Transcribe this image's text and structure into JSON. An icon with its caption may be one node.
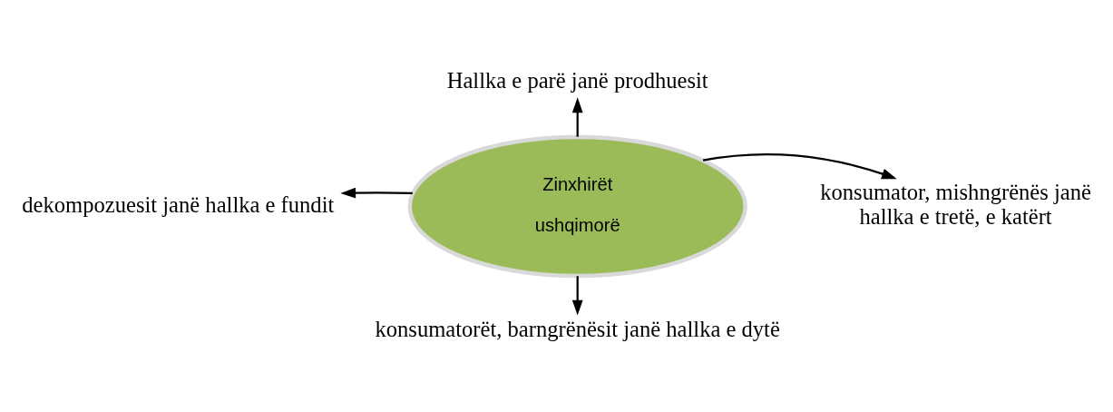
{
  "diagram": {
    "nodes": [
      {
        "text": [
          "Hallka e parë janë prodhuesit"
        ]
      },
      {
        "text": [
          "dekompozuesit janë hallka e fundit"
        ]
      },
      {
        "text": [
          "Zinxhirët ushqimorë"
        ]
      },
      {
        "text": [
          "konsumator, mishngrënës janë hallka e tretë, e katërt"
        ]
      },
      {
        "text": [
          "konsumatorët, barngrënësit janë hallka e dytë"
        ]
      }
    ],
    "edges": [
      {
        "from": 2,
        "to": 0,
        "arrow": "to"
      },
      {
        "from": 2,
        "to": 1,
        "arrow": "to"
      },
      {
        "from": 2,
        "to": 3,
        "arrow": "to"
      },
      {
        "from": 2,
        "to": 4,
        "arrow": "to"
      }
    ]
  }
}
